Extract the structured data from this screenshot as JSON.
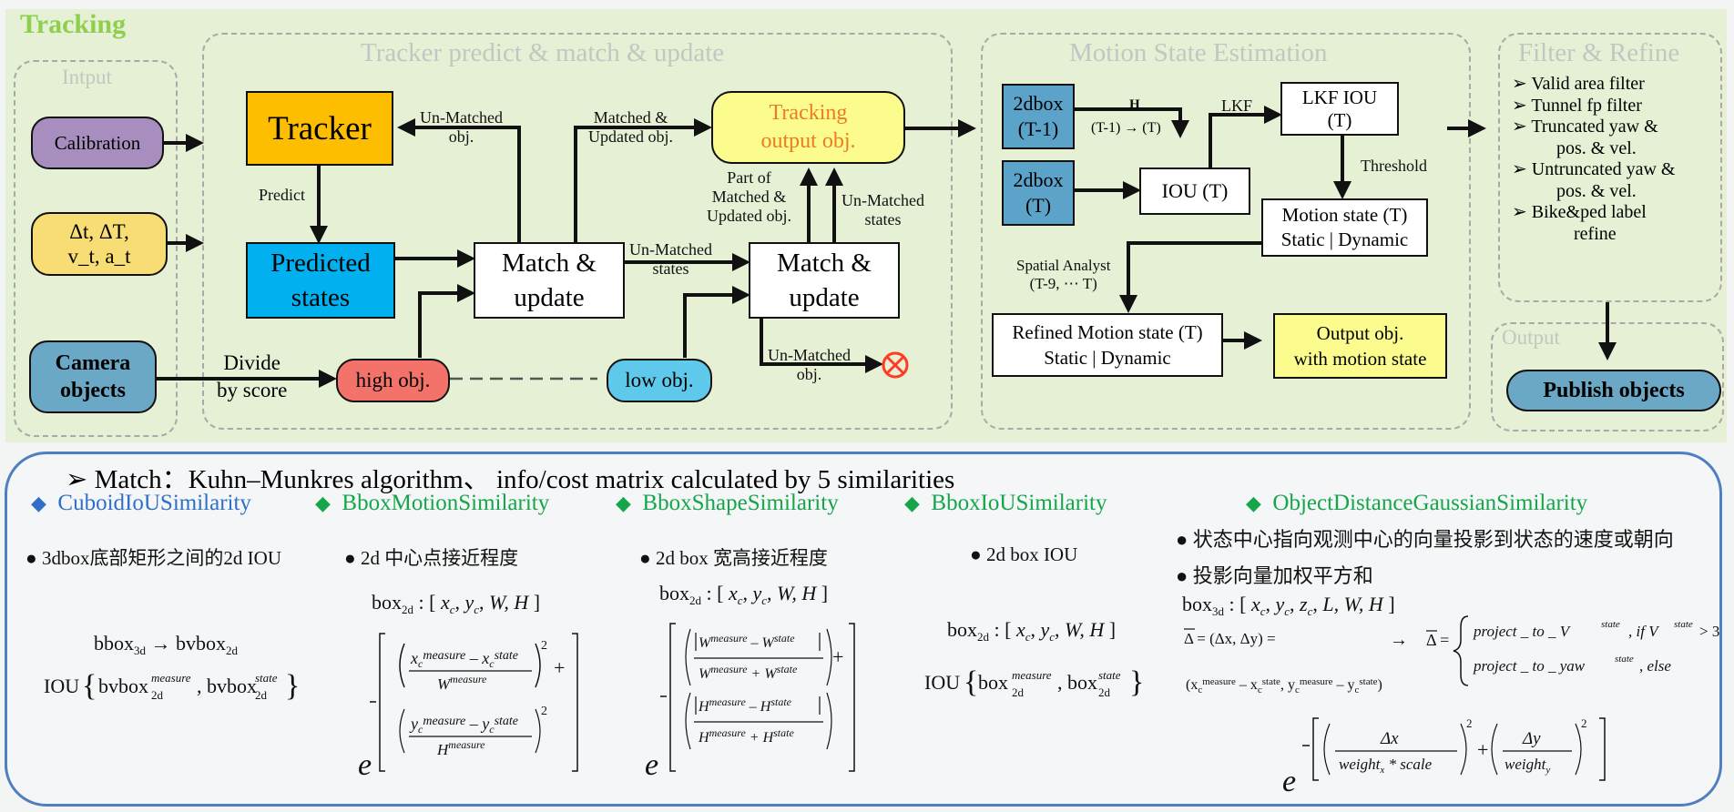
{
  "top": {
    "title": "Tracking",
    "intput": {
      "label": "Intput",
      "calibration": "Calibration",
      "time_params_1": "Δt, ΔT,",
      "time_params_2": "v_t, a_t",
      "camera_1": "Camera",
      "camera_2": "objects"
    },
    "tracker_section": {
      "label": "Tracker predict & match & update",
      "tracker": "Tracker",
      "predict": "Predict",
      "predicted_1": "Predicted",
      "predicted_2": "states",
      "unmatched_obj_1": "Un-Matched",
      "unmatched_obj_2": "obj.",
      "matched_updated_1": "Matched &",
      "matched_updated_2": "Updated obj.",
      "tracking_output_1": "Tracking",
      "tracking_output_2": "output obj.",
      "part_matched_1": "Part of",
      "part_matched_2": "Matched &",
      "part_matched_3": "Updated obj.",
      "unmatched_states_right_1": "Un-Matched",
      "unmatched_states_right_2": "states",
      "match1_1": "Match &",
      "match1_2": "update",
      "match2_1": "Match &",
      "match2_2": "update",
      "unmatched_states_mid_1": "Un-Matched",
      "unmatched_states_mid_2": "states",
      "divide_1": "Divide",
      "divide_2": "by score",
      "high_obj": "high obj.",
      "low_obj": "low obj.",
      "unmatched_bottom_1": "Un-Matched",
      "unmatched_bottom_2": "obj."
    },
    "motion_section": {
      "label": "Motion State Estimation",
      "box_prev_1": "2dbox",
      "box_prev_2": "(T-1)",
      "box_cur_1": "2dbox",
      "box_cur_2": "(T)",
      "h_label": "H",
      "h_transform": "(T-1) → (T)",
      "lkf": "LKF",
      "lkf_iou_1": "LKF IOU",
      "lkf_iou_2": "(T)",
      "iou": "IOU (T)",
      "threshold": "Threshold",
      "motion_state_1": "Motion state (T)",
      "motion_state_2": "Static | Dynamic",
      "spatial_1": "Spatial Analyst",
      "spatial_2": "(T-9, ⋯ T)",
      "refined_1": "Refined Motion state (T)",
      "refined_2": "Static | Dynamic",
      "output_motion_1": "Output obj.",
      "output_motion_2": "with motion state"
    },
    "filter_section": {
      "label": "Filter & Refine",
      "items": [
        {
          "line1": "Valid area filter",
          "line2": ""
        },
        {
          "line1": "Tunnel fp filter",
          "line2": ""
        },
        {
          "line1": "Truncated yaw &",
          "line2": "pos. & vel."
        },
        {
          "line1": "Untruncated yaw &",
          "line2": "pos. & vel."
        },
        {
          "line1": "Bike&ped label",
          "line2": "refine"
        }
      ]
    },
    "output_section": {
      "label": "Output",
      "publish": "Publish objects"
    }
  },
  "bottom": {
    "match_heading": "Match：Kuhn–Munkres algorithm、 info/cost matrix calculated by 5 similarities",
    "similarities": [
      {
        "name": "CuboidIoUSimilarity",
        "color": "#2f6fc7"
      },
      {
        "name": "BboxMotionSimilarity",
        "color": "#15a64a"
      },
      {
        "name": "BboxShapeSimilarity",
        "color": "#15a64a"
      },
      {
        "name": "BboxIoUSimilarity",
        "color": "#15a64a"
      },
      {
        "name": "ObjectDistanceGaussianSimilarity",
        "color": "#15a64a"
      }
    ],
    "desc": {
      "cuboid": "3dbox底部矩形之间的2d IOU",
      "motion": "2d 中心点接近程度",
      "shape": "2d box 宽高接近程度",
      "iou": "2d box IOU",
      "distance_1": "状态中心指向观测中心的向量投影到状态的速度或朝向",
      "distance_2": "投影向量加权平方和"
    },
    "formulas": {
      "project_v": "project _ to _ V",
      "if_clause": ", if  V",
      "gt": " > 3",
      "project_yaw": "project _ to _ yaw",
      "else_clause": " , else"
    }
  }
}
